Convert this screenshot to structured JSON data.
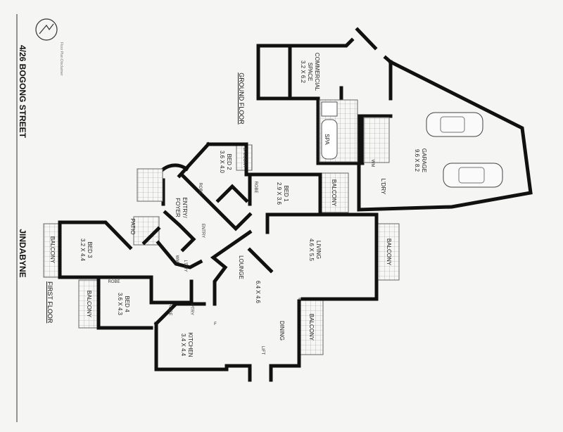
{
  "header": {
    "address": "4/26 BOGONG STREET",
    "suburb": "JINDABYNE",
    "disclaimer_title": "Floor Plan Disclaimer",
    "logo_icon": "compass-arrow-logo"
  },
  "floors": {
    "ground": "GROUND FLOOR",
    "first": "FIRST FLOOR"
  },
  "rooms": {
    "commercial": {
      "name": "COMMERCIAL",
      "name2": "SPACE",
      "size": "3.2 X 6.2"
    },
    "spa": "SPA",
    "garage": {
      "name": "GARAGE",
      "size": "9.6 X 8.2"
    },
    "ground_laundry": "L'DRY",
    "wm": "WM",
    "bed1": {
      "name": "BED 1",
      "size": "2.9 X 3.6"
    },
    "bed2": {
      "name": "BED 2",
      "size": "3.6 X 4.0"
    },
    "bed3": {
      "name": "BED 3",
      "size": "3.2 X 4.4"
    },
    "bed4": {
      "name": "BED 4",
      "size": "3.6 X 4.3"
    },
    "living": {
      "name": "LIVING",
      "size": "4.6 X 5.5"
    },
    "lounge": {
      "name": "LOUNGE",
      "size": "6.4 X 4.6"
    },
    "dining": "DINING",
    "kitchen": {
      "name": "KITCHEN",
      "size": "3.4 X 4.4"
    },
    "entry_foyer": {
      "line1": "ENTRY/",
      "line2": "FOYER"
    },
    "entry": "ENTRY",
    "patio": "PATIO",
    "laundry": "L'DRY",
    "pantry": "PTRY",
    "fridge": "F",
    "lift": "LIFT",
    "robe": "ROBE",
    "balcony": "BALCONY"
  }
}
